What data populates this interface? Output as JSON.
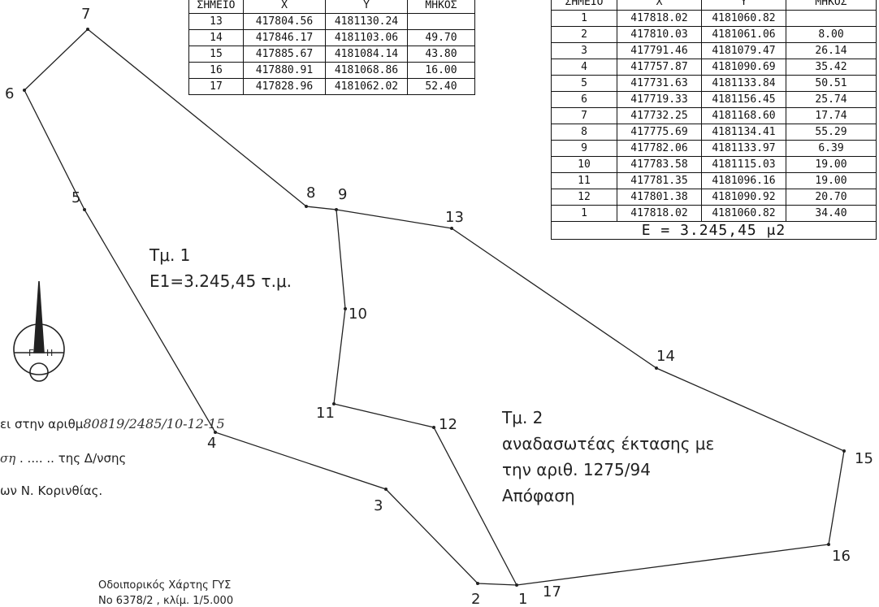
{
  "parcel1": {
    "label": "Τμ. 1",
    "area": "Ε1=3.245,45 τ.μ."
  },
  "parcel2": {
    "label": "Τμ. 2",
    "line1": "αναδασωτέας έκτασης με",
    "line2": "την αριθ. 1275/94",
    "line3": "Απόφαση"
  },
  "points": [
    {
      "id": "1",
      "label": "1"
    },
    {
      "id": "2",
      "label": "2"
    },
    {
      "id": "3",
      "label": "3"
    },
    {
      "id": "4",
      "label": "4"
    },
    {
      "id": "5",
      "label": "5"
    },
    {
      "id": "6",
      "label": "6"
    },
    {
      "id": "7",
      "label": "7"
    },
    {
      "id": "8",
      "label": "8"
    },
    {
      "id": "9",
      "label": "9"
    },
    {
      "id": "10",
      "label": "10"
    },
    {
      "id": "11",
      "label": "11"
    },
    {
      "id": "12",
      "label": "12"
    },
    {
      "id": "13",
      "label": "13"
    },
    {
      "id": "14",
      "label": "14"
    },
    {
      "id": "15",
      "label": "15"
    },
    {
      "id": "16",
      "label": "16"
    },
    {
      "id": "17",
      "label": "17"
    }
  ],
  "table_small": {
    "headers": [
      "ΣΗΜΕΙΟ",
      "X",
      "Y",
      "ΜΗΚΟΣ"
    ],
    "rows": [
      [
        "13",
        "417804.56",
        "4181130.24"
      ],
      [
        "14",
        "417846.17",
        "4181103.06"
      ],
      [
        "15",
        "417885.67",
        "4181084.14"
      ],
      [
        "16",
        "417880.91",
        "4181068.86"
      ],
      [
        "17",
        "417828.96",
        "4181062.02"
      ]
    ],
    "lengths": [
      "49.70",
      "43.80",
      "16.00",
      "52.40"
    ]
  },
  "table_large": {
    "headers": [
      "ΣΗΜΕΙΟ",
      "X",
      "Y",
      "ΜΗΚΟΣ"
    ],
    "rows": [
      [
        "1",
        "417818.02",
        "4181060.82"
      ],
      [
        "2",
        "417810.03",
        "4181061.06"
      ],
      [
        "3",
        "417791.46",
        "4181079.47"
      ],
      [
        "4",
        "417757.87",
        "4181090.69"
      ],
      [
        "5",
        "417731.63",
        "4181133.84"
      ],
      [
        "6",
        "417719.33",
        "4181156.45"
      ],
      [
        "7",
        "417732.25",
        "4181168.60"
      ],
      [
        "8",
        "417775.69",
        "4181134.41"
      ],
      [
        "9",
        "417782.06",
        "4181133.97"
      ],
      [
        "10",
        "417783.58",
        "4181115.03"
      ],
      [
        "11",
        "417781.35",
        "4181096.16"
      ],
      [
        "12",
        "417801.38",
        "4181090.92"
      ],
      [
        "1",
        "417818.02",
        "4181060.82"
      ]
    ],
    "lengths": [
      "8.00",
      "26.14",
      "35.42",
      "50.51",
      "25.74",
      "17.74",
      "55.29",
      "6.39",
      "19.00",
      "19.00",
      "20.70",
      "34.40"
    ],
    "area": "Ε = 3.245,45 μ2"
  },
  "stamp": {
    "line1_prefix": "ει στην αριθμ",
    "line1_hand": "80819/2485/10-12-15",
    "line2_hand": "ση",
    "line2_rest": ". .... .. της Δ/νσης",
    "line3": "ων Ν. Κορινθίας."
  },
  "source": {
    "line1": "Οδοιπορικός Χάρτης ΓΥΣ",
    "line2": "Νο 6378/2 , κλίμ. 1/5.000"
  },
  "north_arrow": {
    "icon": "north-arrow-icon"
  }
}
